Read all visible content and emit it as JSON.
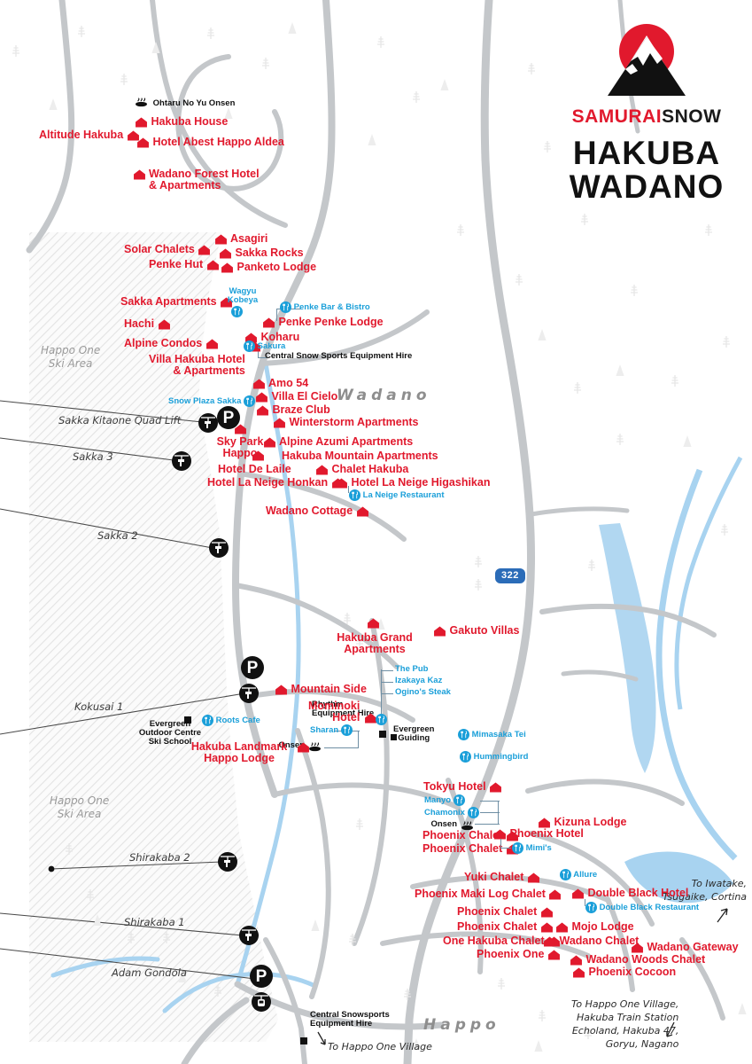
{
  "brand": {
    "wordmark_red": "SAMURAI",
    "wordmark_dark": "SNOW",
    "title_line1": "HAKUBA",
    "title_line2": "WADANO",
    "red": "#e1192d",
    "blue": "#1a9fd9",
    "road": "#c4c7ca",
    "water": "#a8d3f0"
  },
  "area_labels": [
    {
      "id": "happo-one-ski-area-north",
      "line1": "Happo One",
      "line2": "Ski Area"
    },
    {
      "id": "happo-one-ski-area-south",
      "line1": "Happo One",
      "line2": "Ski Area"
    }
  ],
  "place_names": [
    {
      "id": "wadano",
      "text": "Wadano"
    },
    {
      "id": "happo",
      "text": "Happo"
    }
  ],
  "route_shields": [
    {
      "id": "route-322",
      "number": "322"
    }
  ],
  "lifts": [
    {
      "id": "sakka-kitaone-quad-lift",
      "name": "Sakka Kitaone Quad Lift",
      "icon": "chairlift-icon"
    },
    {
      "id": "sakka-3",
      "name": "Sakka 3",
      "icon": "chairlift-icon"
    },
    {
      "id": "sakka-2",
      "name": "Sakka 2",
      "icon": "chairlift-icon"
    },
    {
      "id": "kokusai-1",
      "name": "Kokusai 1",
      "icon": "chairlift-icon"
    },
    {
      "id": "shirakaba-2",
      "name": "Shirakaba 2",
      "icon": "chairlift-icon"
    },
    {
      "id": "shirakaba-1",
      "name": "Shirakaba 1",
      "icon": "chairlift-icon"
    },
    {
      "id": "adam-gondola",
      "name": "Adam Gondola",
      "icon": "gondola-icon"
    }
  ],
  "parking_markers": [
    {
      "id": "parking-sakka",
      "label": "P"
    },
    {
      "id": "parking-kokusai",
      "label": "P"
    },
    {
      "id": "parking-adam",
      "label": "P"
    }
  ],
  "accommodation": [
    {
      "label": "Altitude Hakuba",
      "align": "right"
    },
    {
      "label": "Hakuba House",
      "align": "left"
    },
    {
      "label": "Hotel Abest Happo Aldea",
      "align": "left"
    },
    {
      "label": "Wadano Forest Hotel\n& Apartments",
      "align": "left"
    },
    {
      "label": "Solar Chalets",
      "align": "right"
    },
    {
      "label": "Penke Hut",
      "align": "right"
    },
    {
      "label": "Asagiri",
      "align": "left"
    },
    {
      "label": "Sakka Rocks",
      "align": "left"
    },
    {
      "label": "Panketo Lodge",
      "align": "left"
    },
    {
      "label": "Sakka Apartments",
      "align": "right"
    },
    {
      "label": "Hachi",
      "align": "right"
    },
    {
      "label": "Alpine Condos",
      "align": "right"
    },
    {
      "label": "Villa Hakuba Hotel\n& Apartments",
      "align": "right"
    },
    {
      "label": "Penke Penke Lodge",
      "align": "left"
    },
    {
      "label": "Koharu",
      "align": "left"
    },
    {
      "label": "Amo 54",
      "align": "left"
    },
    {
      "label": "Villa El Cielo",
      "align": "left"
    },
    {
      "label": "Braze Club",
      "align": "left"
    },
    {
      "label": "Winterstorm Apartments",
      "align": "left"
    },
    {
      "label": "Sky Park\nHappo",
      "align": "right"
    },
    {
      "label": "Alpine Azumi Apartments",
      "align": "left"
    },
    {
      "label": "Hakuba Mountain Apartments",
      "align": "left"
    },
    {
      "label": "Hotel De Laile",
      "align": "right"
    },
    {
      "label": "Chalet Hakuba",
      "align": "left"
    },
    {
      "label": "Hotel La Neige Honkan",
      "align": "right"
    },
    {
      "label": "Hotel La Neige Higashikan",
      "align": "left"
    },
    {
      "label": "Wadano Cottage",
      "align": "right"
    },
    {
      "label": "Hakuba Grand\nApartments",
      "align": "center"
    },
    {
      "label": "Gakuto Villas",
      "align": "left"
    },
    {
      "label": "Mountain Side",
      "align": "left"
    },
    {
      "label": "Mominoki\nHotel",
      "align": "right"
    },
    {
      "label": "Hakuba Landmark\nHappo Lodge",
      "align": "right"
    },
    {
      "label": "Tokyu Hotel",
      "align": "right"
    },
    {
      "label": "Kizuna Lodge",
      "align": "left"
    },
    {
      "label": "Phoenix Chalet",
      "align": "right"
    },
    {
      "label": "Phoenix Hotel",
      "align": "left"
    },
    {
      "label": "Phoenix Chalet",
      "align": "right"
    },
    {
      "label": "Yuki Chalet",
      "align": "right"
    },
    {
      "label": "Double Black Hotel",
      "align": "left"
    },
    {
      "label": "Phoenix Maki Log Chalet",
      "align": "right"
    },
    {
      "label": "Phoenix Chalet",
      "align": "right"
    },
    {
      "label": "Phoenix Chalet",
      "align": "right"
    },
    {
      "label": "Mojo Lodge",
      "align": "left"
    },
    {
      "label": "One Hakuba Chalet",
      "align": "right"
    },
    {
      "label": "Wadano Chalet",
      "align": "left"
    },
    {
      "label": "Wadano Gateway",
      "align": "left"
    },
    {
      "label": "Phoenix One",
      "align": "right"
    },
    {
      "label": "Wadano Woods Chalet",
      "align": "left"
    },
    {
      "label": "Phoenix Cocoon",
      "align": "left"
    }
  ],
  "restaurants": [
    {
      "label": "Wagyu\nKobeya"
    },
    {
      "label": "Penke Bar & Bistro"
    },
    {
      "label": "Sakura"
    },
    {
      "label": "Snow Plaza Sakka"
    },
    {
      "label": "La Neige Restaurant"
    },
    {
      "label": "The Pub"
    },
    {
      "label": "Izakaya Kaz"
    },
    {
      "label": "Ogino's Steak"
    },
    {
      "label": "Roots Cafe"
    },
    {
      "label": "Sharan"
    },
    {
      "label": "Mimasaka Tei"
    },
    {
      "label": "Hummingbird"
    },
    {
      "label": "Manyo"
    },
    {
      "label": "Chamonix"
    },
    {
      "label": "Mimi's"
    },
    {
      "label": "Allure"
    },
    {
      "label": "Double Black Restaurant"
    }
  ],
  "services": [
    {
      "label": "Ohtaru No Yu Onsen",
      "icon": "onsen-icon"
    },
    {
      "label": "Central Snow Sports Equipment Hire",
      "icon": "none"
    },
    {
      "label": "Rhythm\nEquipment Hire",
      "icon": "none"
    },
    {
      "label": "Evergreen\nGuiding",
      "icon": "square-icon"
    },
    {
      "label": "Evergreen\nOutdoor Centre\nSki School",
      "icon": "square-icon"
    },
    {
      "label": "Onsen",
      "icon": "onsen-icon"
    },
    {
      "label": "Onsen",
      "icon": "onsen-icon"
    },
    {
      "label": "Central Snowsports\nEquipment Hire",
      "icon": "square-icon"
    }
  ],
  "directions": [
    {
      "id": "to-iwatake",
      "text": "To Iwatake,\nTsugaike, Cortina"
    },
    {
      "id": "to-happo-village-station",
      "text": "To Happo One Village,\nHakuba Train Station\nEcholand, Hakuba 47,\nGoryu, Nagano"
    },
    {
      "id": "to-happo-one-village",
      "text": "To Happo One Village"
    }
  ]
}
